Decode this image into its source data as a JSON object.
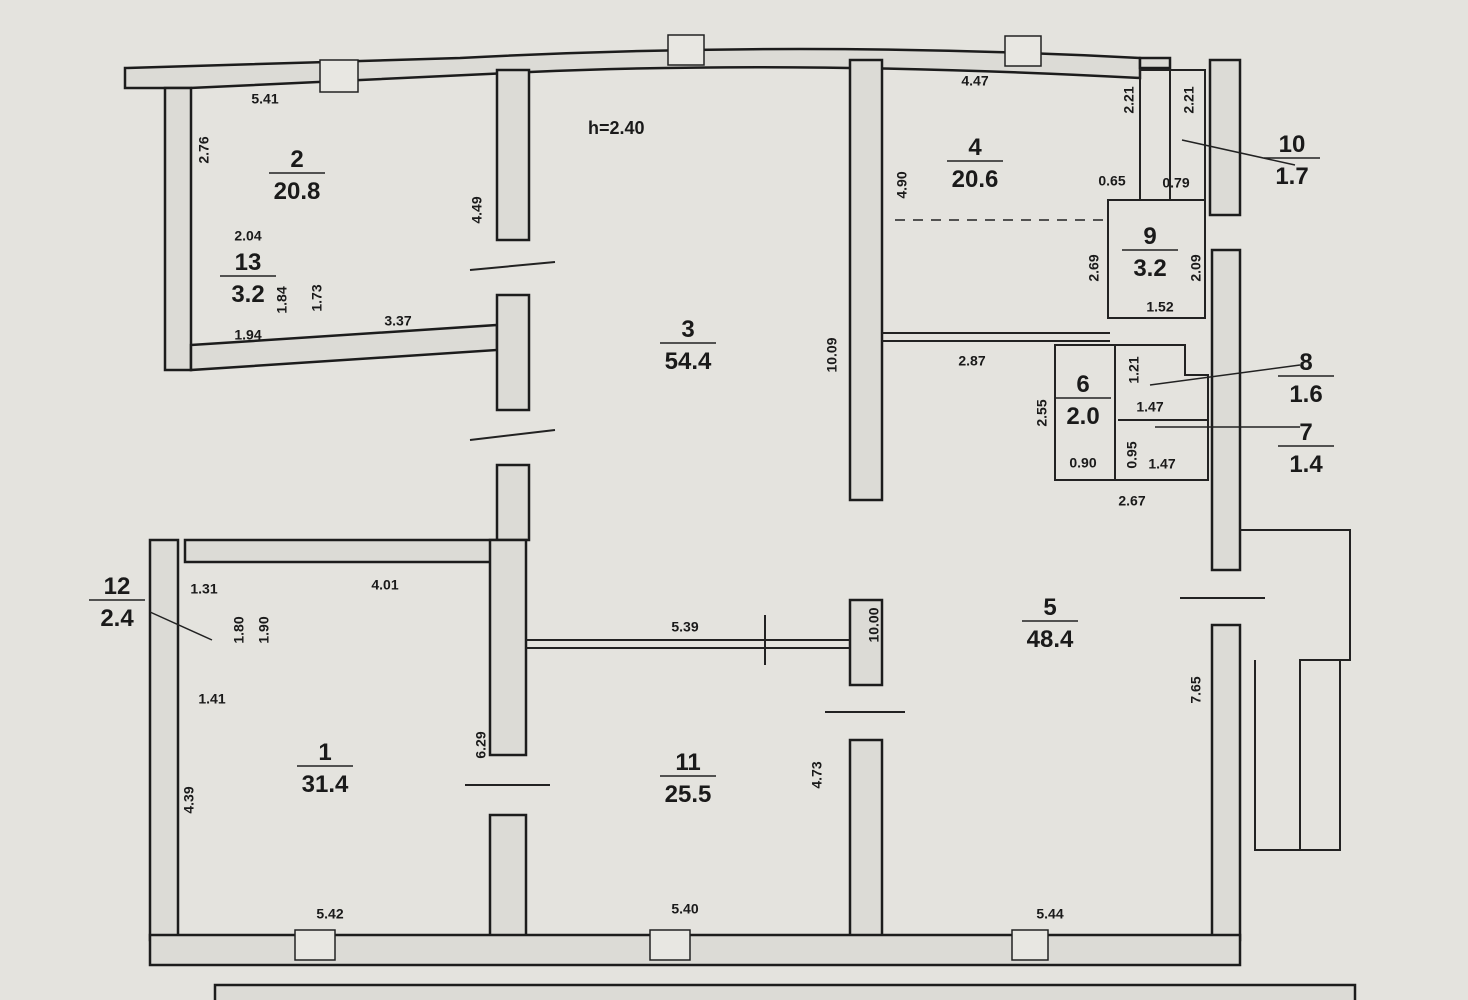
{
  "ceiling_height": "h=2.40",
  "rooms": [
    {
      "number": "1",
      "area": "31.4"
    },
    {
      "number": "2",
      "area": "20.8"
    },
    {
      "number": "3",
      "area": "54.4"
    },
    {
      "number": "4",
      "area": "20.6"
    },
    {
      "number": "5",
      "area": "48.4"
    },
    {
      "number": "6",
      "area": "2.0"
    },
    {
      "number": "7",
      "area": "1.4"
    },
    {
      "number": "8",
      "area": "1.6"
    },
    {
      "number": "9",
      "area": "3.2"
    },
    {
      "number": "10",
      "area": "1.7"
    },
    {
      "number": "11",
      "area": "25.5"
    },
    {
      "number": "12",
      "area": "2.4"
    },
    {
      "number": "13",
      "area": "3.2"
    }
  ],
  "dimensions": [
    "5.41",
    "2.76",
    "4.49",
    "2.04",
    "1.84",
    "1.73",
    "3.37",
    "1.94",
    "10.09",
    "4.47",
    "2.21",
    "2.21",
    "0.65",
    "0.79",
    "4.90",
    "2.69",
    "2.09",
    "1.52",
    "2.87",
    "2.55",
    "1.21",
    "1.47",
    "0.95",
    "0.90",
    "1.47",
    "2.67",
    "4.01",
    "1.31",
    "1.80",
    "1.90",
    "1.41",
    "5.39",
    "10.00",
    "6.29",
    "4.39",
    "4.73",
    "7.65",
    "5.42",
    "5.40",
    "5.44"
  ]
}
